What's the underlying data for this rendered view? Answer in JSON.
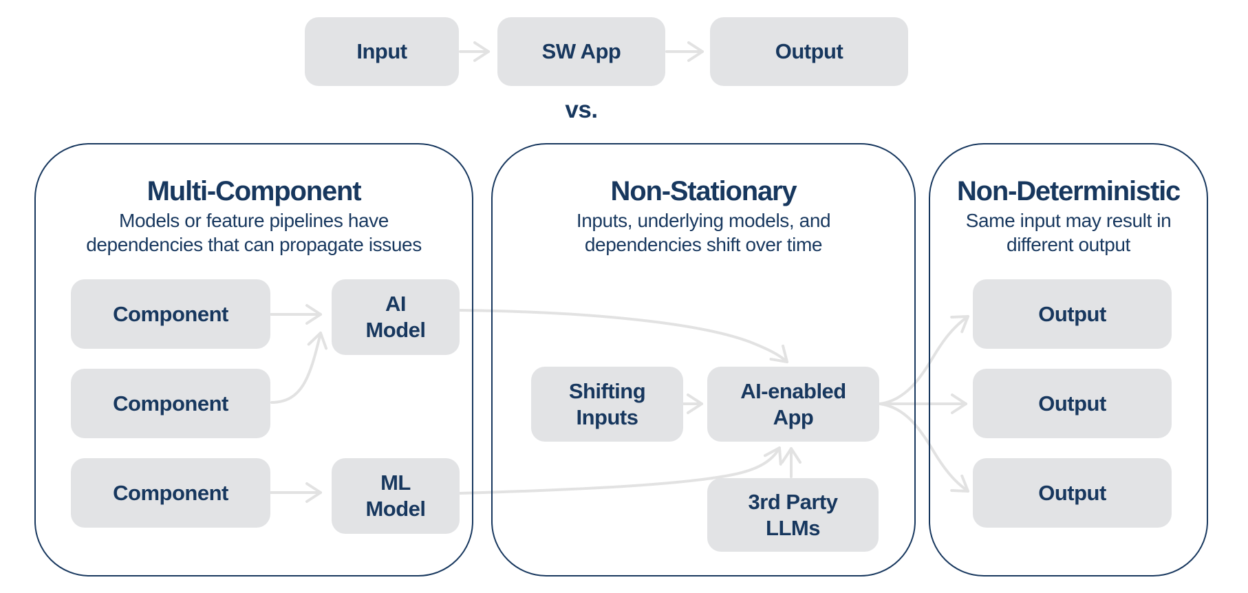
{
  "colors": {
    "navy": "#17375e",
    "box_fill": "#e2e3e5",
    "arrow_gray": "#e2e2e2",
    "background": "#ffffff"
  },
  "top_flow": {
    "steps": [
      "Input",
      "SW App",
      "Output"
    ],
    "separator": "vs."
  },
  "panels": [
    {
      "title": "Multi-Component",
      "subtitle": "Models or feature pipelines have\ndependencies that can propagate issues",
      "boxes": [
        "Component",
        "Component",
        "Component",
        "AI\nModel",
        "ML\nModel"
      ]
    },
    {
      "title": "Non-Stationary",
      "subtitle": "Inputs, underlying models, and\ndependencies shift over time",
      "boxes": [
        "Shifting\nInputs",
        "AI-enabled\nApp",
        "3rd Party\nLLMs"
      ]
    },
    {
      "title": "Non-Deterministic",
      "subtitle": "Same input may result in\ndifferent output",
      "boxes": [
        "Output",
        "Output",
        "Output"
      ]
    }
  ]
}
